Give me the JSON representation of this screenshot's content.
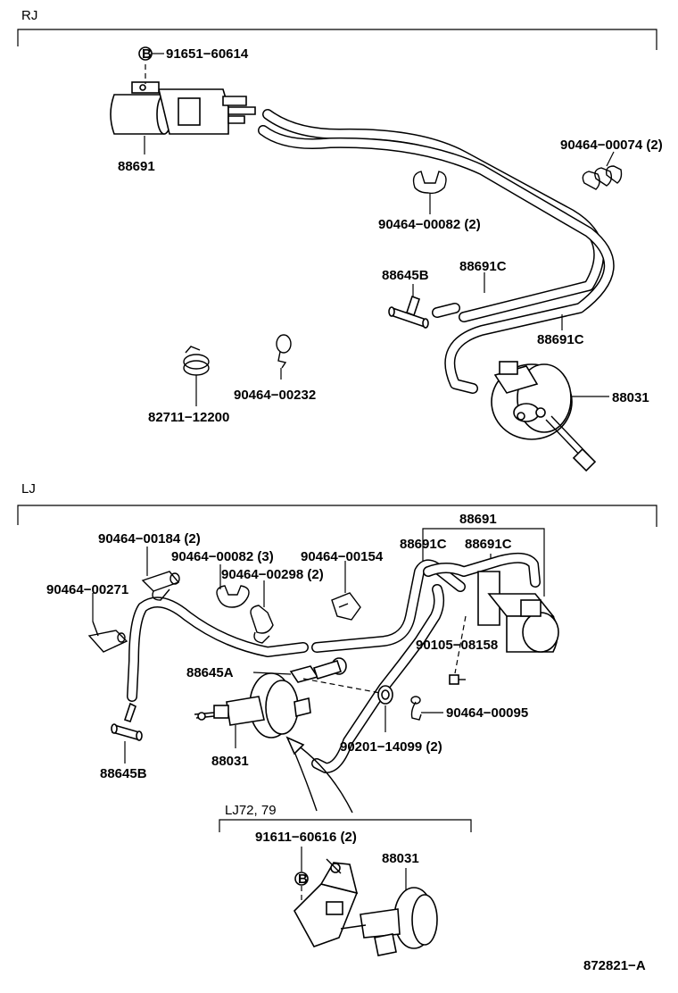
{
  "sections": {
    "rj": "RJ",
    "lj": "LJ",
    "lj7279": "LJ72, 79"
  },
  "labels": {
    "rj_91651": "91651−60614",
    "rj_88691": "88691",
    "rj_90464_00074": "90464−00074 (2)",
    "rj_90464_00082": "90464−00082 (2)",
    "rj_88645B": "88645B",
    "rj_88691C_a": "88691C",
    "rj_88691C_b": "88691C",
    "rj_88031": "88031",
    "rj_82711": "82711−12200",
    "rj_90464_00232": "90464−00232",
    "lj_88691": "88691",
    "lj_88691C_a": "88691C",
    "lj_88691C_b": "88691C",
    "lj_90464_00184": "90464−00184 (2)",
    "lj_90464_00082": "90464−00082 (3)",
    "lj_90464_00298": "90464−00298 (2)",
    "lj_90464_00154": "90464−00154",
    "lj_90464_00271": "90464−00271",
    "lj_90105": "90105−08158",
    "lj_88645A": "88645A",
    "lj_90464_00095": "90464−00095",
    "lj_88031": "88031",
    "lj_90201": "90201−14099 (2)",
    "lj_88645B": "88645B",
    "sub_91611": "91611−60616 (2)",
    "sub_88031": "88031",
    "marker_b": "B",
    "figure_code": "872821−A"
  }
}
